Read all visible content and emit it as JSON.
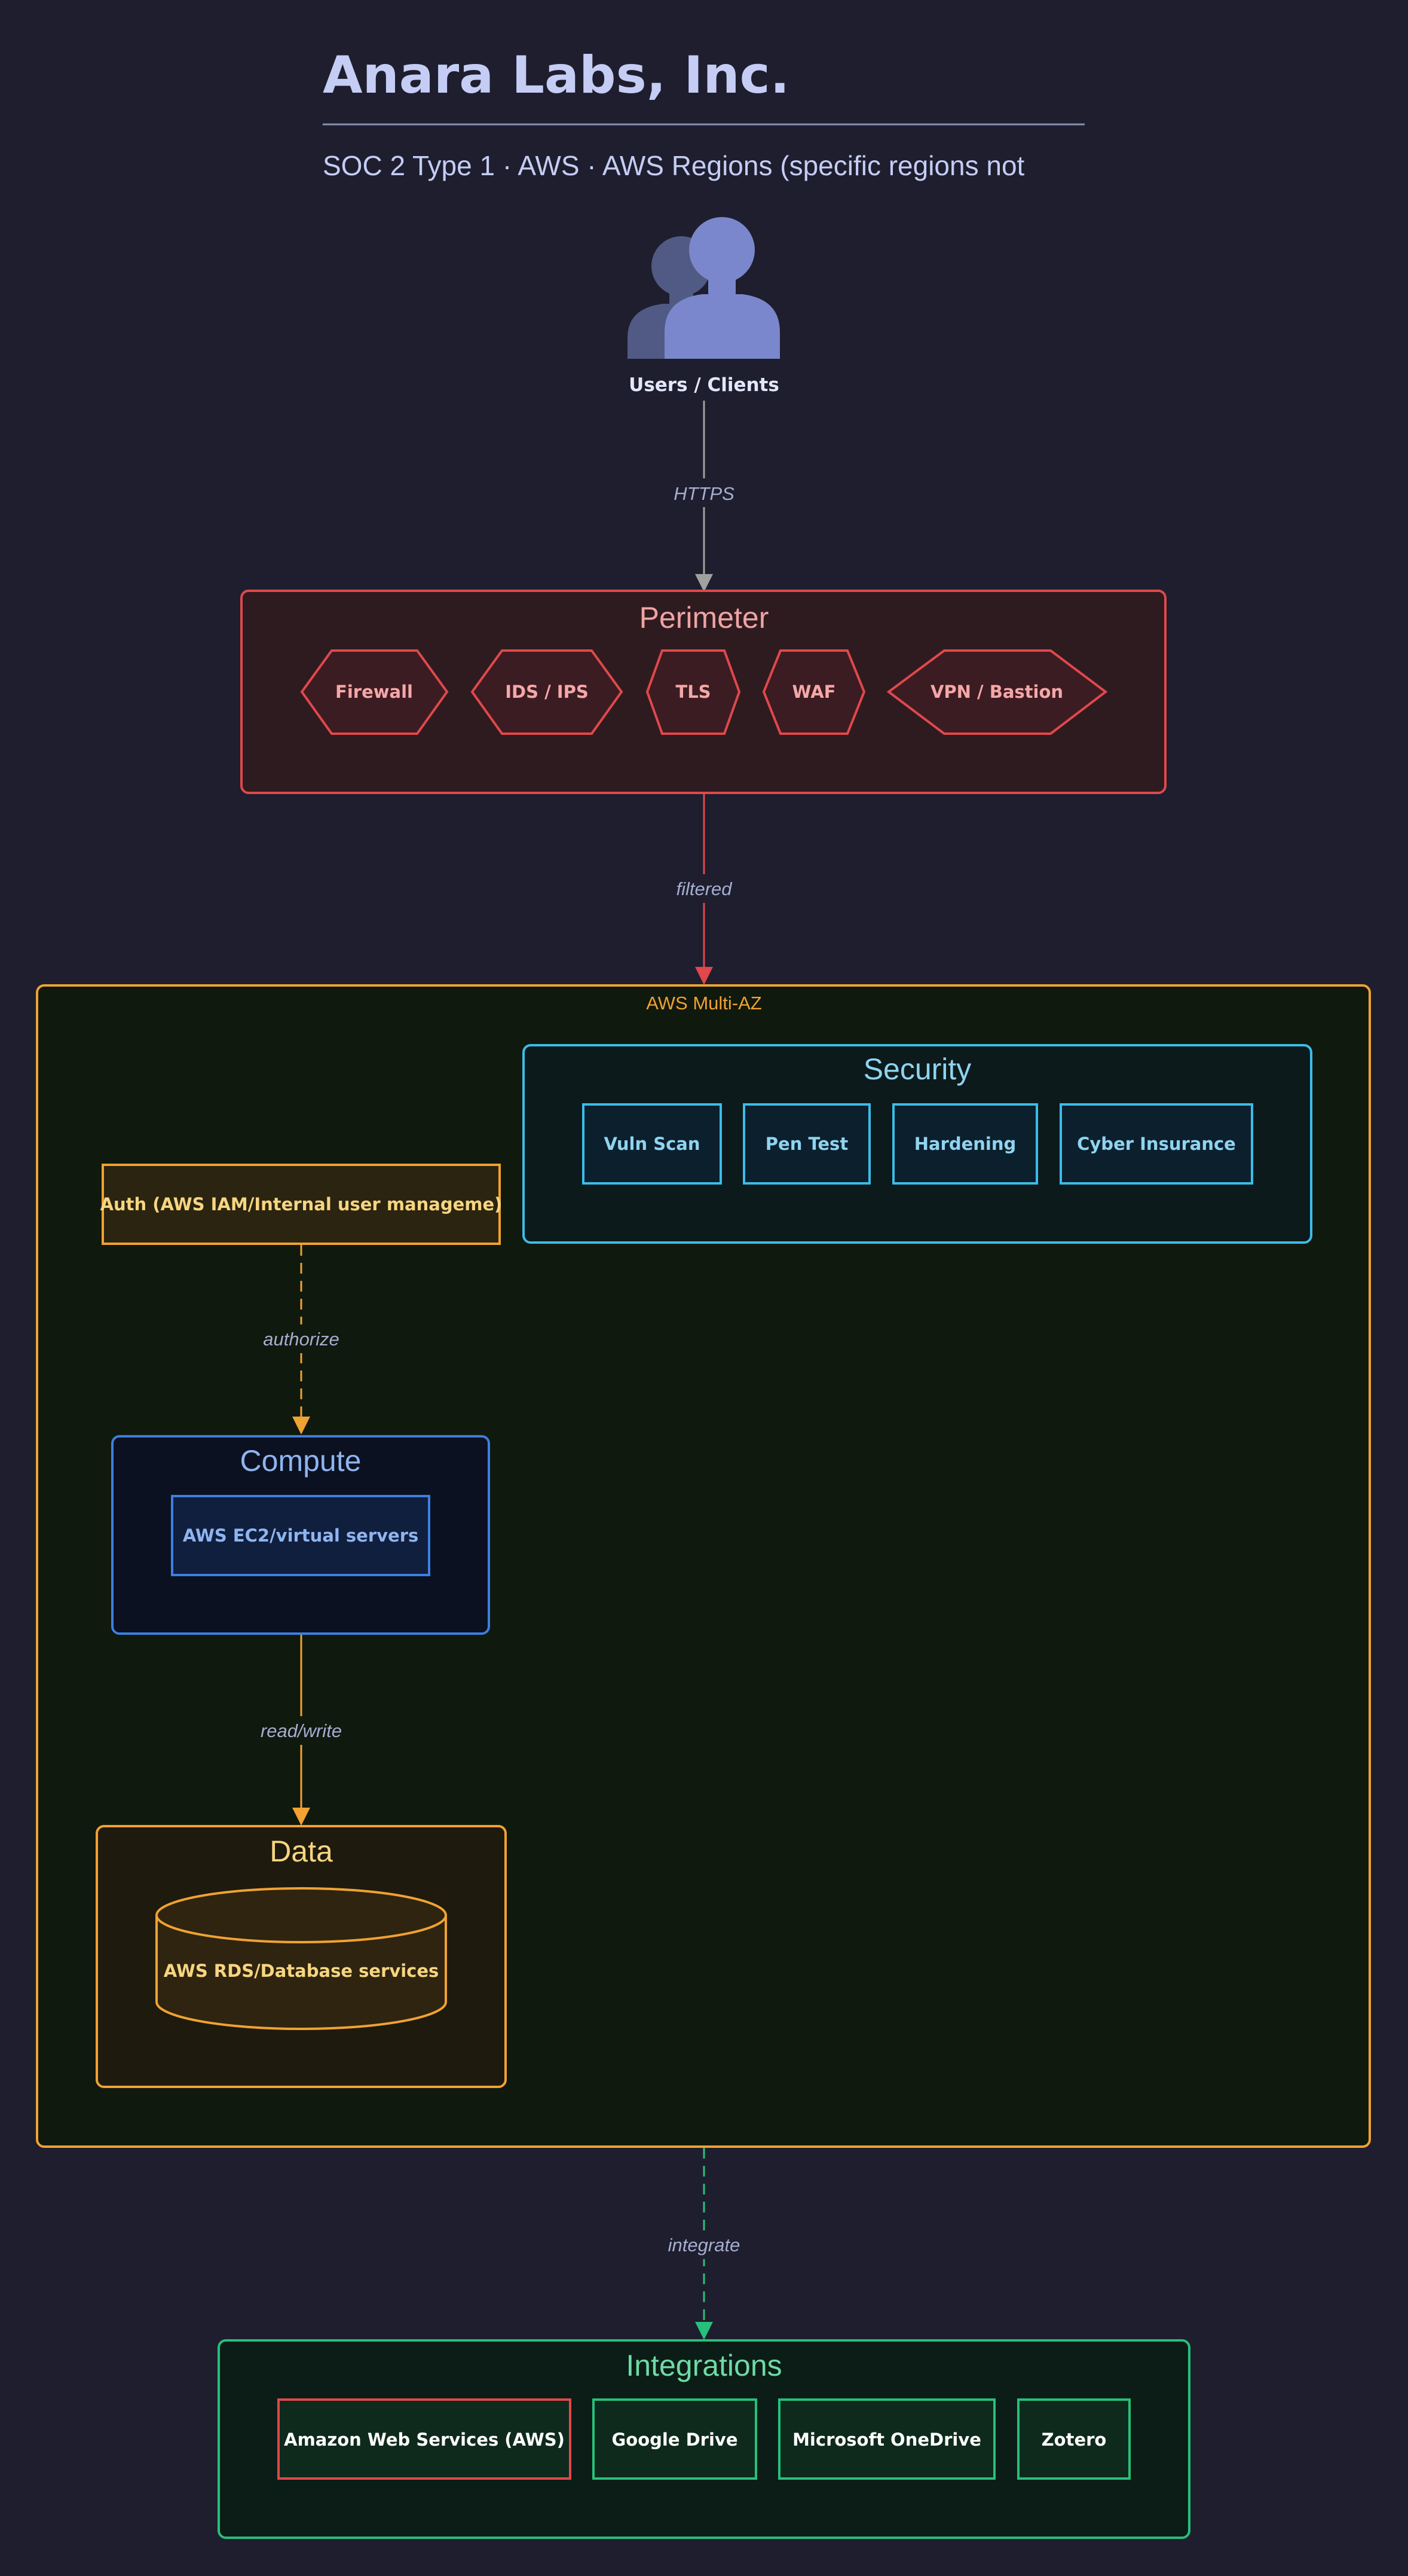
{
  "header": {
    "title": "Anara Labs, Inc.",
    "subtitle": "SOC 2 Type 1 · AWS · AWS Regions (specific regions not"
  },
  "users": {
    "label": "Users / Clients"
  },
  "edges": {
    "users_perimeter": "HTTPS",
    "perimeter_region": "filtered",
    "auth_compute": "authorize",
    "compute_data": "read/write",
    "region_integrations": "integrate"
  },
  "perimeter": {
    "title": "Perimeter",
    "items": [
      "Firewall",
      "IDS / IPS",
      "TLS",
      "WAF",
      "VPN / Bastion"
    ]
  },
  "region": {
    "label": "AWS Multi-AZ"
  },
  "security": {
    "title": "Security",
    "items": [
      "Vuln Scan",
      "Pen Test",
      "Hardening",
      "Cyber Insurance"
    ]
  },
  "auth": {
    "label": "Auth (AWS IAM/Internal user manageme)"
  },
  "compute": {
    "title": "Compute",
    "node": "AWS EC2/virtual servers"
  },
  "data_group": {
    "title": "Data",
    "node": "AWS RDS/Database services"
  },
  "integrations": {
    "title": "Integrations",
    "items": [
      "Amazon Web Services (AWS)",
      "Google Drive",
      "Microsoft OneDrive",
      "Zotero"
    ]
  },
  "colors": {
    "background": "#1e1e2e",
    "perimeter": "#e0484b",
    "region": "#f0a232",
    "security": "#3bbde8",
    "compute": "#3d7fe0",
    "data": "#f0a232",
    "integrations": "#27c07a",
    "aws_highlight": "#e0484b"
  }
}
